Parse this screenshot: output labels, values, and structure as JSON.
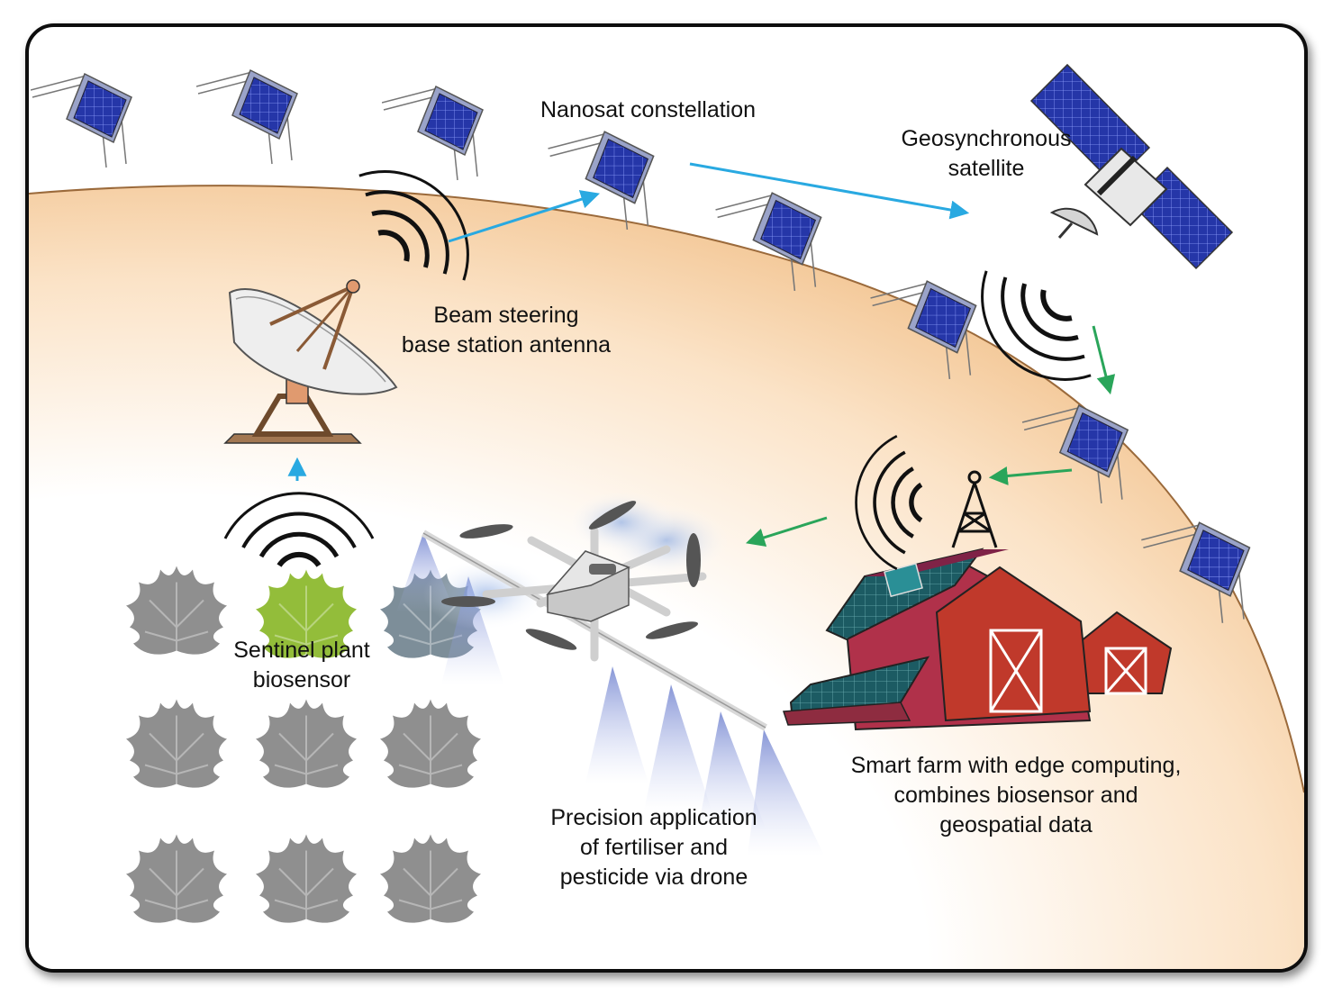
{
  "labels": {
    "nanosat": [
      "Nanosat constellation"
    ],
    "geo": [
      "Geosynchronous",
      "satellite"
    ],
    "antenna": [
      "Beam steering",
      "base station antenna"
    ],
    "sentinel": [
      "Sentinel plant",
      "biosensor"
    ],
    "drone": [
      "Precision application",
      "of fertiliser and",
      "pesticide via drone"
    ],
    "farm": [
      "Smart farm with edge computing,",
      "combines biosensor and",
      "geospatial data"
    ]
  },
  "colors": {
    "uplink_arrow": "#29a9e1",
    "downlink_arrow": "#2aa55a",
    "earth": "#f3c590",
    "solar_panel": "#2a3bb0",
    "barn": "#c0392b",
    "leaf_grey": "#8a8a8a",
    "leaf_green": "#8bbf3a"
  },
  "icons": [
    "nanosat-icon",
    "geo-satellite-icon",
    "dish-antenna-icon",
    "leaf-icon",
    "drone-icon",
    "barn-icon",
    "radio-tower-icon",
    "signal-waves-icon"
  ]
}
